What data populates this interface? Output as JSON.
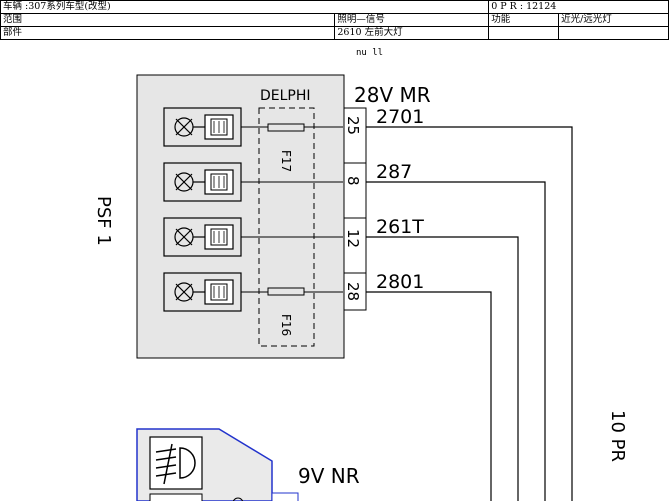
{
  "header": {
    "vehicle": "车辆 :307系列车型(改型)",
    "opr": "0 P R  : 12124",
    "scope_label": "范围",
    "scope_value": "照明—信号",
    "function_label": "功能",
    "function_value": "近光/远光灯",
    "part_label": "部件",
    "part_value": "2610 左前大灯"
  },
  "note": "nu ll",
  "diagram": {
    "psf_label": "PSF 1",
    "delphi_label": "DELPHI",
    "connector_top": "28V  MR",
    "fuses": [
      "F17",
      "F16"
    ],
    "pins": [
      "25",
      "8",
      "12",
      "28"
    ],
    "wires": [
      "2701",
      "287",
      "261T",
      "2801"
    ],
    "connector_bottom": "9V  NR",
    "right_label": "10 PR",
    "colors": {
      "box_fill": "#e6e6e6",
      "headlamp_outline": "#2233cc",
      "line": "#000000"
    }
  }
}
